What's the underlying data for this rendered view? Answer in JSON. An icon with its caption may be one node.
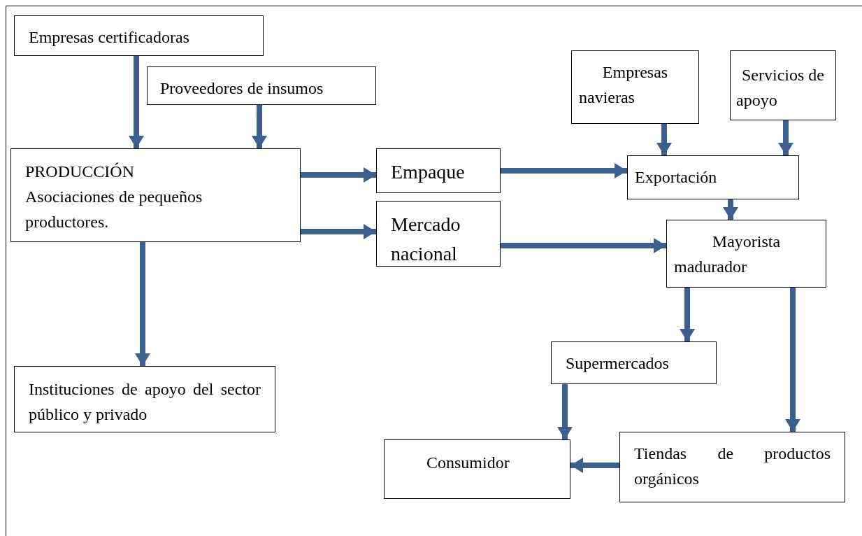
{
  "diagram": {
    "nodes": [
      {
        "text": [
          "Empresas certificadoras"
        ]
      },
      {
        "text": [
          "Proveedores de insumos"
        ]
      },
      {
        "text": [
          "PRODUCCIÓN",
          "Asociaciones de pequeños productores."
        ]
      },
      {
        "text": [
          "Empaque"
        ]
      },
      {
        "text": [
          "Mercado nacional"
        ]
      },
      {
        "text": [
          "Empresas navieras"
        ]
      },
      {
        "text": [
          "Servicios de apoyo"
        ]
      },
      {
        "text": [
          "Exportación"
        ]
      },
      {
        "text": [
          "Mayorista madurador"
        ]
      },
      {
        "text": [
          "Instituciones de apoyo del sector público y privado"
        ]
      },
      {
        "text": [
          "Supermercados"
        ]
      },
      {
        "text": [
          "Consumidor"
        ]
      },
      {
        "text": [
          "Tiendas de productos orgánicos"
        ]
      }
    ],
    "edges": [
      {
        "from": 0,
        "to": 2,
        "arrow": "to"
      },
      {
        "from": 1,
        "to": 2,
        "arrow": "to"
      },
      {
        "from": 2,
        "to": 3,
        "arrow": "to"
      },
      {
        "from": 2,
        "to": 4,
        "arrow": "to"
      },
      {
        "from": 3,
        "to": 7,
        "arrow": "to"
      },
      {
        "from": 4,
        "to": 8,
        "arrow": "to"
      },
      {
        "from": 5,
        "to": 7,
        "arrow": "to"
      },
      {
        "from": 6,
        "to": 7,
        "arrow": "to"
      },
      {
        "from": 7,
        "to": 8,
        "arrow": "to"
      },
      {
        "from": 2,
        "to": 9,
        "arrow": "to"
      },
      {
        "from": 8,
        "to": 10,
        "arrow": "to"
      },
      {
        "from": 8,
        "to": 12,
        "arrow": "to"
      },
      {
        "from": 10,
        "to": 11,
        "arrow": "to"
      },
      {
        "from": 12,
        "to": 11,
        "arrow": "to"
      }
    ]
  }
}
